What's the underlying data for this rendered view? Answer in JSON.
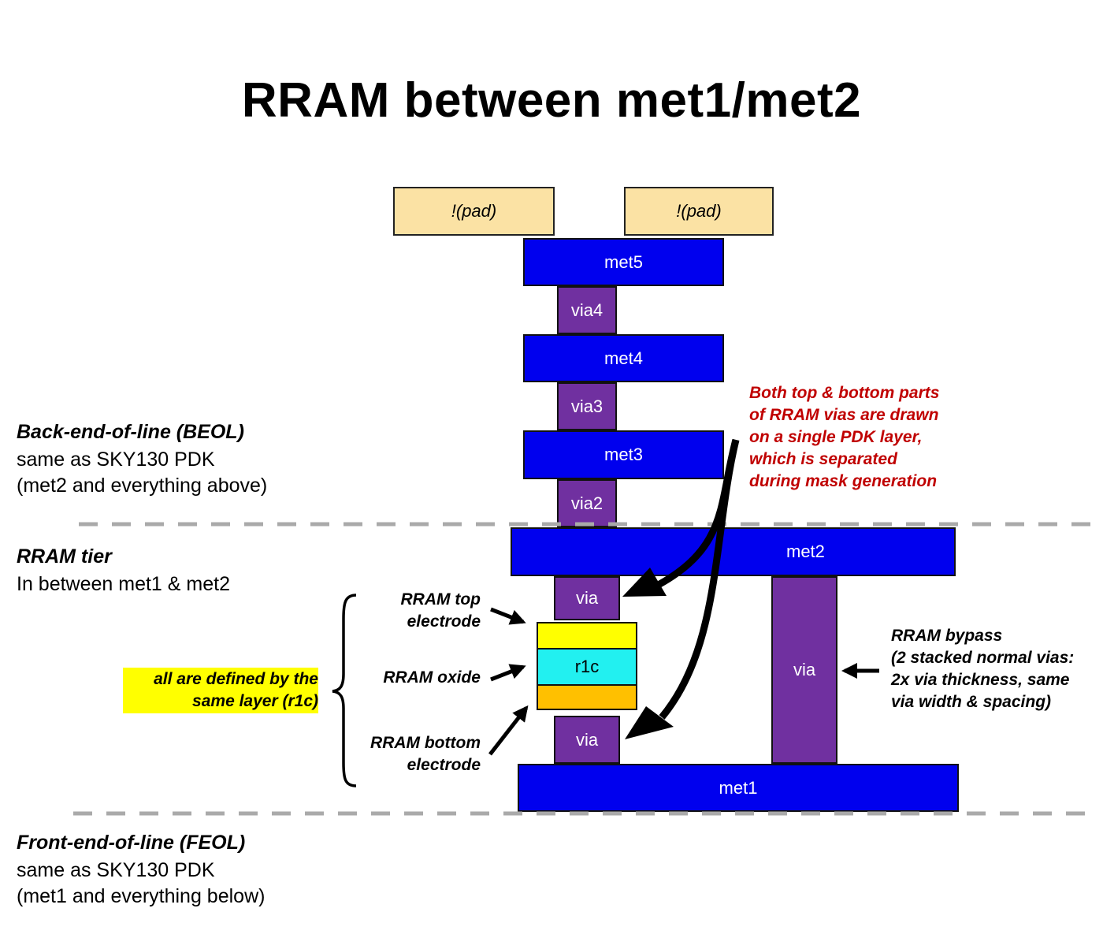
{
  "title": "RRAM between met1/met2",
  "pads": [
    "!(pad)",
    "!(pad)"
  ],
  "layers": {
    "met5": "met5",
    "via4": "via4",
    "met4": "met4",
    "via3": "via3",
    "met3": "met3",
    "via2": "via2",
    "met2": "met2",
    "via_top": "via",
    "r1c": "r1c",
    "via_bottom": "via",
    "via_bypass": "via",
    "met1": "met1"
  },
  "sections": {
    "beol": {
      "title": "Back-end-of-line (BEOL)",
      "line1": "same as SKY130 PDK",
      "line2": "(met2 and everything above)"
    },
    "rram": {
      "title": "RRAM tier",
      "line1": "In between met1 & met2"
    },
    "feol": {
      "title": "Front-end-of-line (FEOL)",
      "line1": "same as SKY130 PDK",
      "line2": "(met1 and everything below)"
    }
  },
  "labels": {
    "top_electrode": [
      "RRAM top",
      "electrode"
    ],
    "oxide": "RRAM oxide",
    "bottom_electrode": [
      "RRAM bottom",
      "electrode"
    ],
    "same_layer": [
      "all are defined by the",
      "same layer (r1c)"
    ]
  },
  "red_note": [
    "Both top & bottom parts",
    "of RRAM vias are drawn",
    "on a single PDK layer,",
    "which is separated",
    "during mask generation"
  ],
  "bypass_note": [
    "RRAM bypass",
    "(2 stacked normal vias:",
    "2x via thickness, same",
    "via width & spacing)"
  ],
  "colors": {
    "metal": "#0000ee",
    "via": "#7030a0",
    "pad": "#fbe2a4",
    "electrode_top": "#ffff00",
    "oxide": "#22f0f0",
    "electrode_bottom": "#ffc000",
    "note_red": "#c00000",
    "dash": "#aaaaaa"
  }
}
